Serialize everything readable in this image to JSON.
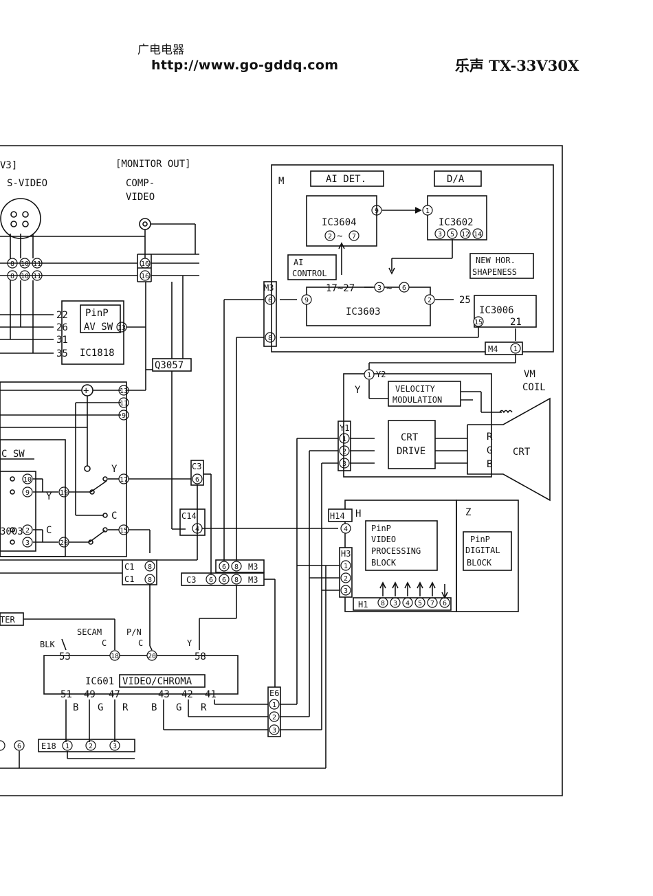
{
  "header": {
    "cn_title": "广电电器",
    "url": "http://www.go-gddq.com",
    "model": "乐声 TX-33V30X"
  },
  "labels": {
    "v3_fragment": "V3]",
    "s_video": "S-VIDEO",
    "monitor_out": "[MONITOR OUT]",
    "comp": "COMP-",
    "video": "VIDEO",
    "m": "M",
    "ai_det": "AI DET.",
    "da": "D/A",
    "ic3604": "IC3604",
    "ic3602": "IC3602",
    "ai": "AI",
    "control": "CONTROL",
    "new_hor": "NEW HOR.",
    "shapeness": "SHAPENESS",
    "m3": "M3",
    "n17_27": "17~27",
    "n25": "25",
    "ic3603": "IC3603",
    "ic3006": "IC3006",
    "n21": "21",
    "m4": "M4",
    "n22": "22",
    "n26": "26",
    "n31": "31",
    "n35": "35",
    "pinp_av_sw": "PinP",
    "av_sw": "AV SW",
    "ic1818": "IC1818",
    "q3057": "Q3057",
    "y2": "Y2",
    "vm": "VM",
    "coil": "COIL",
    "y": "Y",
    "velocity": "VELOCITY",
    "modulation": "MODULATION",
    "y1": "Y1",
    "crt": "CRT",
    "drive": "DRIVE",
    "r": "R",
    "g": "G",
    "b": "B",
    "c_sw": "C SW",
    "c3": "C3",
    "c": "C",
    "ic3003": "3003",
    "c14": "C14",
    "h14": "H14",
    "h": "H",
    "z": "Z",
    "pinp_video": "PinP",
    "video_proc": "VIDEO",
    "processing": "PROCESSING",
    "block": "BLOCK",
    "pinp_digital": "PinP",
    "digital": "DIGITAL",
    "h3": "H3",
    "c1": "C1",
    "h1": "H1",
    "ter": "TER",
    "secam": "SECAM",
    "pn": "P/N",
    "blk": "BLK",
    "n53": "53",
    "n58": "58",
    "ic601": "IC601",
    "video_chroma": "VIDEO/CHROMA",
    "n51": "51",
    "n49": "49",
    "n47": "47",
    "n43": "43",
    "n42": "42",
    "n41": "41",
    "e6": "E6",
    "e18": "E18"
  }
}
